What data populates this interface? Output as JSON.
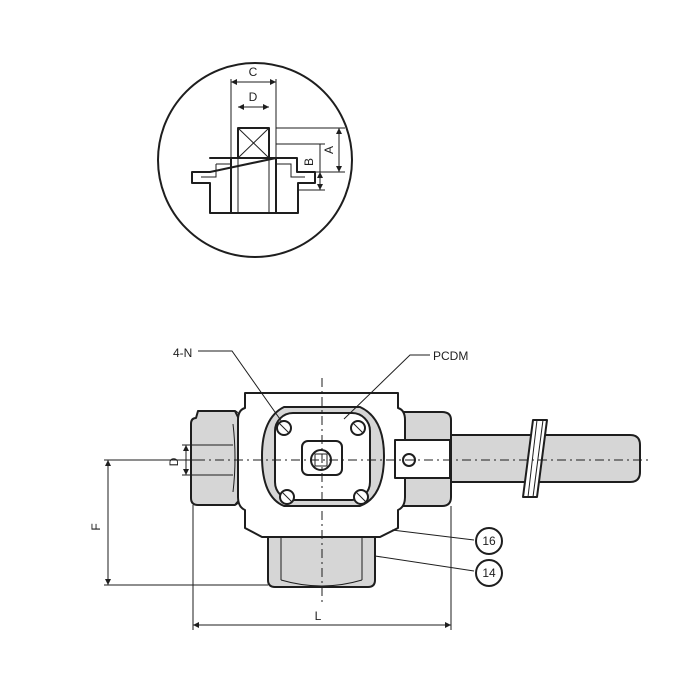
{
  "detail": {
    "dims": {
      "c": "C",
      "d": "D",
      "b": "B",
      "a": "A"
    }
  },
  "main": {
    "labels": {
      "four_n": "4-N",
      "pcdm": "PCDM",
      "d": "D",
      "f": "F",
      "l": "L"
    },
    "callouts": [
      {
        "number": "16"
      },
      {
        "number": "14"
      }
    ]
  }
}
